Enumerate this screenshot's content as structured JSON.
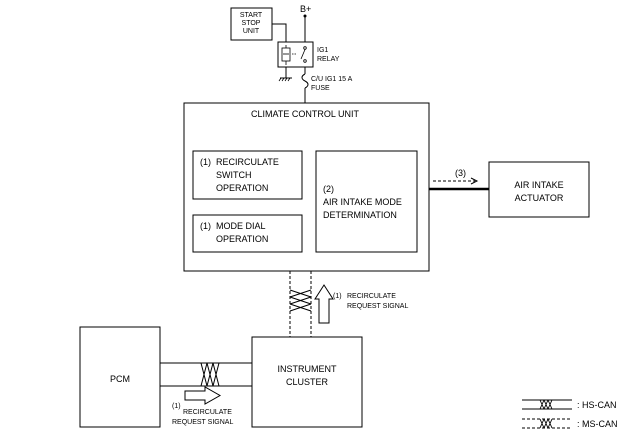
{
  "start_stop": {
    "line1": "START",
    "line2": "STOP",
    "line3": "UNIT"
  },
  "battery": "B+",
  "relay": {
    "line1": "IG1",
    "line2": "RELAY"
  },
  "fuse": {
    "line1": "C/U IG1 15 A",
    "line2": "FUSE"
  },
  "ccu": {
    "title": "CLIMATE CONTROL UNIT",
    "recirc_switch": {
      "num": "(1)",
      "line1": "RECIRCULATE",
      "line2": "SWITCH",
      "line3": "OPERATION"
    },
    "mode_dial": {
      "num": "(1)",
      "line1": "MODE DIAL",
      "line2": "OPERATION"
    },
    "intake_mode": {
      "num": "(2)",
      "line1": "AIR INTAKE MODE",
      "line2": "DETERMINATION"
    }
  },
  "arrow_num": "(3)",
  "actuator": {
    "line1": "AIR INTAKE",
    "line2": "ACTUATOR"
  },
  "signal_upper": {
    "num": "(1)",
    "line1": "RECIRCULATE",
    "line2": "REQUEST SIGNAL"
  },
  "pcm": "PCM",
  "cluster": {
    "line1": "INSTRUMENT",
    "line2": "CLUSTER"
  },
  "signal_lower": {
    "num": "(1)",
    "line1": "RECIRCULATE",
    "line2": "REQUEST SIGNAL"
  },
  "legend": {
    "hs_can": ": HS-CAN",
    "ms_can": ": MS-CAN"
  }
}
